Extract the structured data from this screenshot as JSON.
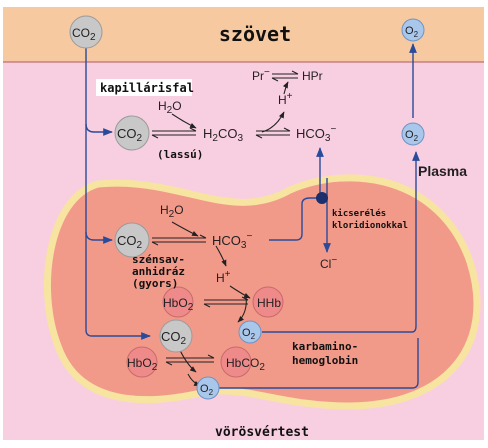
{
  "regions": {
    "tissue": "szövet",
    "capillary_wall": "kapillárisfal",
    "plasma": "Plasma",
    "rbc": "vörösvértest"
  },
  "molecules": {
    "co2": "CO",
    "o2": "O",
    "h2o": "H",
    "h2co3": "H",
    "hco3": "HCO",
    "h_plus": "H",
    "pr": "Pr",
    "hpr": "HPr",
    "cl": "Cl",
    "hbo2": "HbO",
    "hhb": "HHb",
    "hbco2": "HbCO"
  },
  "annotations": {
    "slow": "(lassú)",
    "carbonic_anhydrase": [
      "szénsav-",
      "anhidráz",
      "(gyors)"
    ],
    "chloride_exchange": [
      "kicserélés",
      "kloridionokkal"
    ],
    "carbamino": [
      "karbamino-",
      "hemoglobin"
    ]
  },
  "colors": {
    "tissue_band": "#f6c9a1",
    "plasma_bg": "#f8cfe0",
    "rbc_fill": "#f29a8a",
    "rbc_outline": "#f7e4a0",
    "co2_circle": "#c8c8c8",
    "o2_circle": "#a9c7ea",
    "hb_circle": "#ee8a8a",
    "arrow": "#2a4a9a"
  }
}
